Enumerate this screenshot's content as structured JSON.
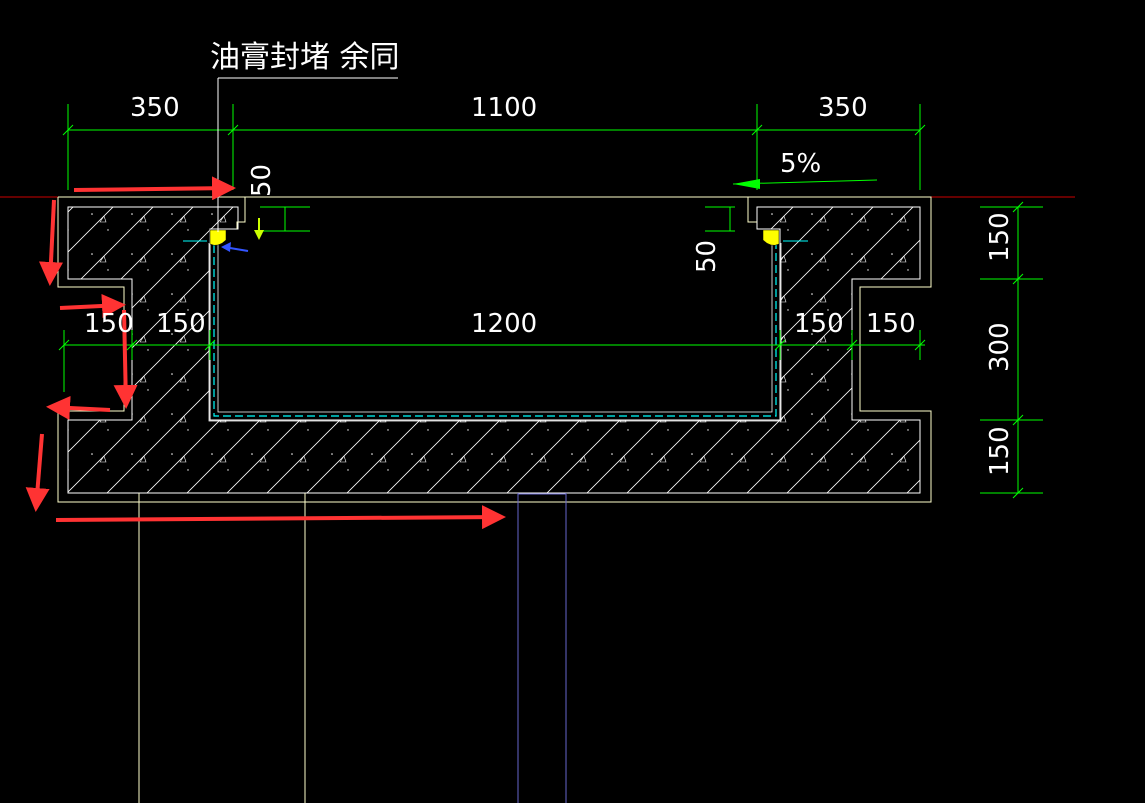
{
  "annotation": {
    "leader_note": "油膏封堵 余同",
    "slope": "5%"
  },
  "dimensions": {
    "top_left_width": "350",
    "top_middle_width": "1100",
    "top_right_width": "350",
    "notch_depth_left": "50",
    "notch_depth_right": "50",
    "inner_width": "1200",
    "left_outer_step": "150",
    "left_wall": "150",
    "right_wall": "150",
    "right_outer_step": "150",
    "right_top_height": "150",
    "right_middle_height": "300",
    "right_bottom_height": "150"
  },
  "colors": {
    "background": "#000000",
    "dimension_lines": "#00ff00",
    "outline": "#ffffcc",
    "hatch": "#ffffff",
    "waterproof_layer": "#00ffff",
    "sealant": "#ffff00",
    "markup_arrows": "#ff3333",
    "small_arrow_blue": "#3355ff",
    "small_arrow_yellow": "#ccff00"
  }
}
